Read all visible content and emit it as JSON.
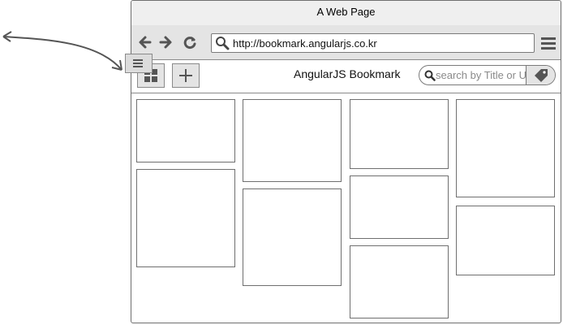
{
  "window": {
    "title": "A Web Page"
  },
  "browser": {
    "url": "http://bookmark.angularjs.co.kr"
  },
  "app": {
    "title": "AngularJS Bookmark",
    "search_placeholder": "search by Title or URL",
    "buttons": [
      "grid-view",
      "add"
    ]
  },
  "icons": {
    "back": "arrow-left-icon",
    "forward": "arrow-right-icon",
    "reload": "reload-icon",
    "url": "search-icon",
    "menu": "hamburger-icon",
    "grid": "grid-icon",
    "add": "plus-icon",
    "search": "search-icon",
    "tag": "tag-icon"
  },
  "colors": {
    "border": "#6f6f6f",
    "chrome": "#e4e4e4",
    "titlebar": "#efefef"
  }
}
